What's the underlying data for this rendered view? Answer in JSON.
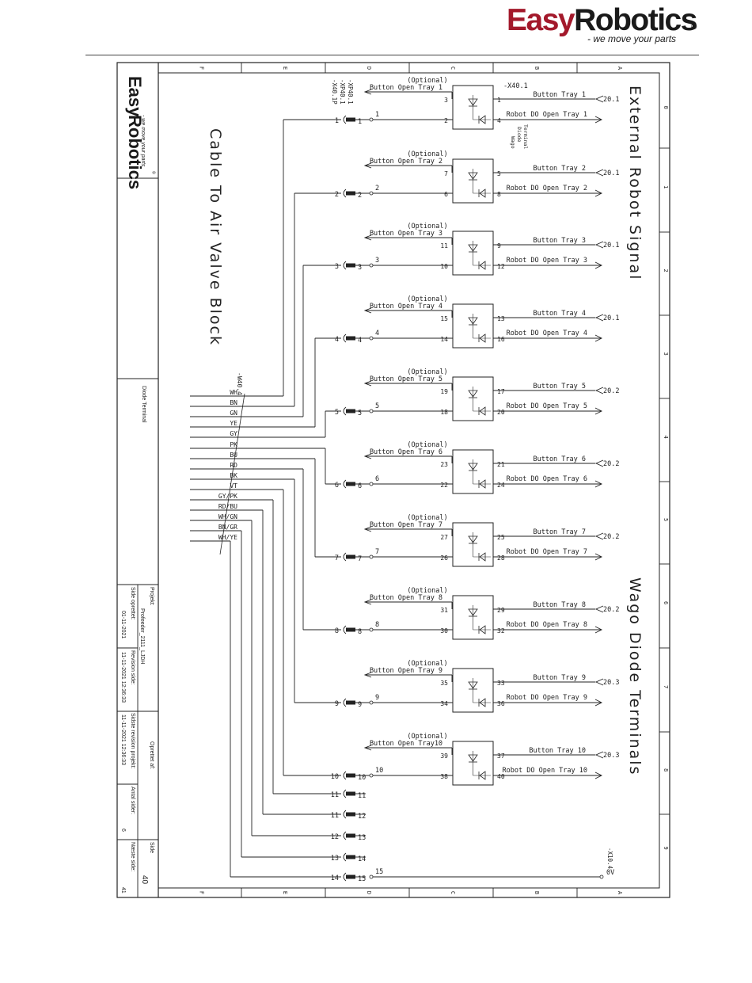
{
  "logo": {
    "brand_a": "Easy",
    "brand_b": "Robotics",
    "reg": "®",
    "tagline": "- we move your parts"
  },
  "columns": [
    "F",
    "E",
    "D",
    "C",
    "B",
    "A"
  ],
  "rows": [
    "0",
    "1",
    "2",
    "3",
    "4",
    "5",
    "6",
    "7",
    "8",
    "9"
  ],
  "labels": {
    "cable_title": "Cable To Air Valve Block",
    "external_signal": "External Robot Signal",
    "wago_terminals": "Wago Diode Terminals",
    "cable_id": "-W40.4",
    "xp_top": [
      "-XP40.1",
      "-XP40.1",
      "-X40.1P"
    ],
    "x40_1": "-X40.1",
    "wago_diode_note": [
      "Wago",
      "Diode",
      "Terminal"
    ],
    "x10_4": "-X10.4",
    "zero_v": "0V",
    "optional": "(Optional)"
  },
  "trays": [
    {
      "button": "Button Open Tray 1",
      "tray": "Button Tray 1",
      "robot_do": "Robot DO Open Tray 1",
      "ref": "20.1",
      "pins": [
        "3",
        "1",
        "2",
        "4"
      ],
      "conn": "1",
      "wire": "1"
    },
    {
      "button": "Button Open Tray 2",
      "tray": "Button Tray 2",
      "robot_do": "Robot DO Open Tray 2",
      "ref": "20.1",
      "pins": [
        "7",
        "5",
        "6",
        "8"
      ],
      "conn": "2",
      "wire": "2"
    },
    {
      "button": "Button Open Tray 3",
      "tray": "Button Tray 3",
      "robot_do": "Robot DO Open Tray 3",
      "ref": "20.1",
      "pins": [
        "11",
        "9",
        "10",
        "12"
      ],
      "conn": "3",
      "wire": "3"
    },
    {
      "button": "Button Open Tray 4",
      "tray": "Button Tray 4",
      "robot_do": "Robot DO Open Tray 4",
      "ref": "20.1",
      "pins": [
        "15",
        "13",
        "14",
        "16"
      ],
      "conn": "4",
      "wire": "4"
    },
    {
      "button": "Button Open Tray 5",
      "tray": "Button Tray 5",
      "robot_do": "Robot DO Open Tray 5",
      "ref": "20.2",
      "pins": [
        "19",
        "17",
        "18",
        "20"
      ],
      "conn": "5",
      "wire": "5"
    },
    {
      "button": "Button Open Tray 6",
      "tray": "Button Tray 6",
      "robot_do": "Robot DO Open Tray 6",
      "ref": "20.2",
      "pins": [
        "23",
        "21",
        "22",
        "24"
      ],
      "conn": "6",
      "wire": "6"
    },
    {
      "button": "Button Open Tray 7",
      "tray": "Button Tray 7",
      "robot_do": "Robot DO Open Tray 7",
      "ref": "20.2",
      "pins": [
        "27",
        "25",
        "26",
        "28"
      ],
      "conn": "7",
      "wire": "7"
    },
    {
      "button": "Button Open Tray 8",
      "tray": "Button Tray 8",
      "robot_do": "Robot DO Open Tray 8",
      "ref": "20.2",
      "pins": [
        "31",
        "29",
        "30",
        "32"
      ],
      "conn": "8",
      "wire": "8"
    },
    {
      "button": "Button Open Tray 9",
      "tray": "Button Tray 9",
      "robot_do": "Robot DO Open Tray 9",
      "ref": "20.3",
      "pins": [
        "35",
        "33",
        "34",
        "36"
      ],
      "conn": "9",
      "wire": "9"
    },
    {
      "button": "Button Open Tray10",
      "tray": "Button Tray 10",
      "robot_do": "Robot DO Open Tray 10",
      "ref": "20.3",
      "pins": [
        "39",
        "37",
        "38",
        "40"
      ],
      "conn": "10",
      "wire": "10"
    }
  ],
  "extra_connectors": [
    {
      "left": "11",
      "right": "11"
    },
    {
      "left": "11",
      "right": "12"
    },
    {
      "left": "12",
      "right": "13"
    },
    {
      "left": "13",
      "right": "14"
    },
    {
      "left": "14",
      "right": "15"
    }
  ],
  "zero_v_wire": "15",
  "cable_cores": [
    "WH",
    "BN",
    "GN",
    "YE",
    "GY",
    "PK",
    "BU",
    "RD",
    "BK",
    "VT",
    "GY/PK",
    "RD/BU",
    "WH/GN",
    "BN/GR",
    "WH/YE"
  ],
  "title_block": {
    "company_a": "Easy",
    "company_b": "Robotics",
    "reg": "®",
    "tagline": "- we move your parts",
    "diode_terminal": "Diode Terminal",
    "project_label": "Projekt:",
    "project_value": "Profeeder_2111_LJDH",
    "created_label": "Side oprettet:",
    "created_value": "01-11-2021",
    "revision_label": "Revision side:",
    "revision_value": "11-11-2021 12:36:33",
    "last_revision_label": "Sidste revision projekt:",
    "last_revision_value": "11-11-2021 12:36:33",
    "author_label": "Oprettet af:",
    "antal_label": "Antal sider:",
    "antal_value": "6",
    "side_label": "Side",
    "side_value": "40",
    "next_label": "Næste side:",
    "next_value": "41"
  }
}
